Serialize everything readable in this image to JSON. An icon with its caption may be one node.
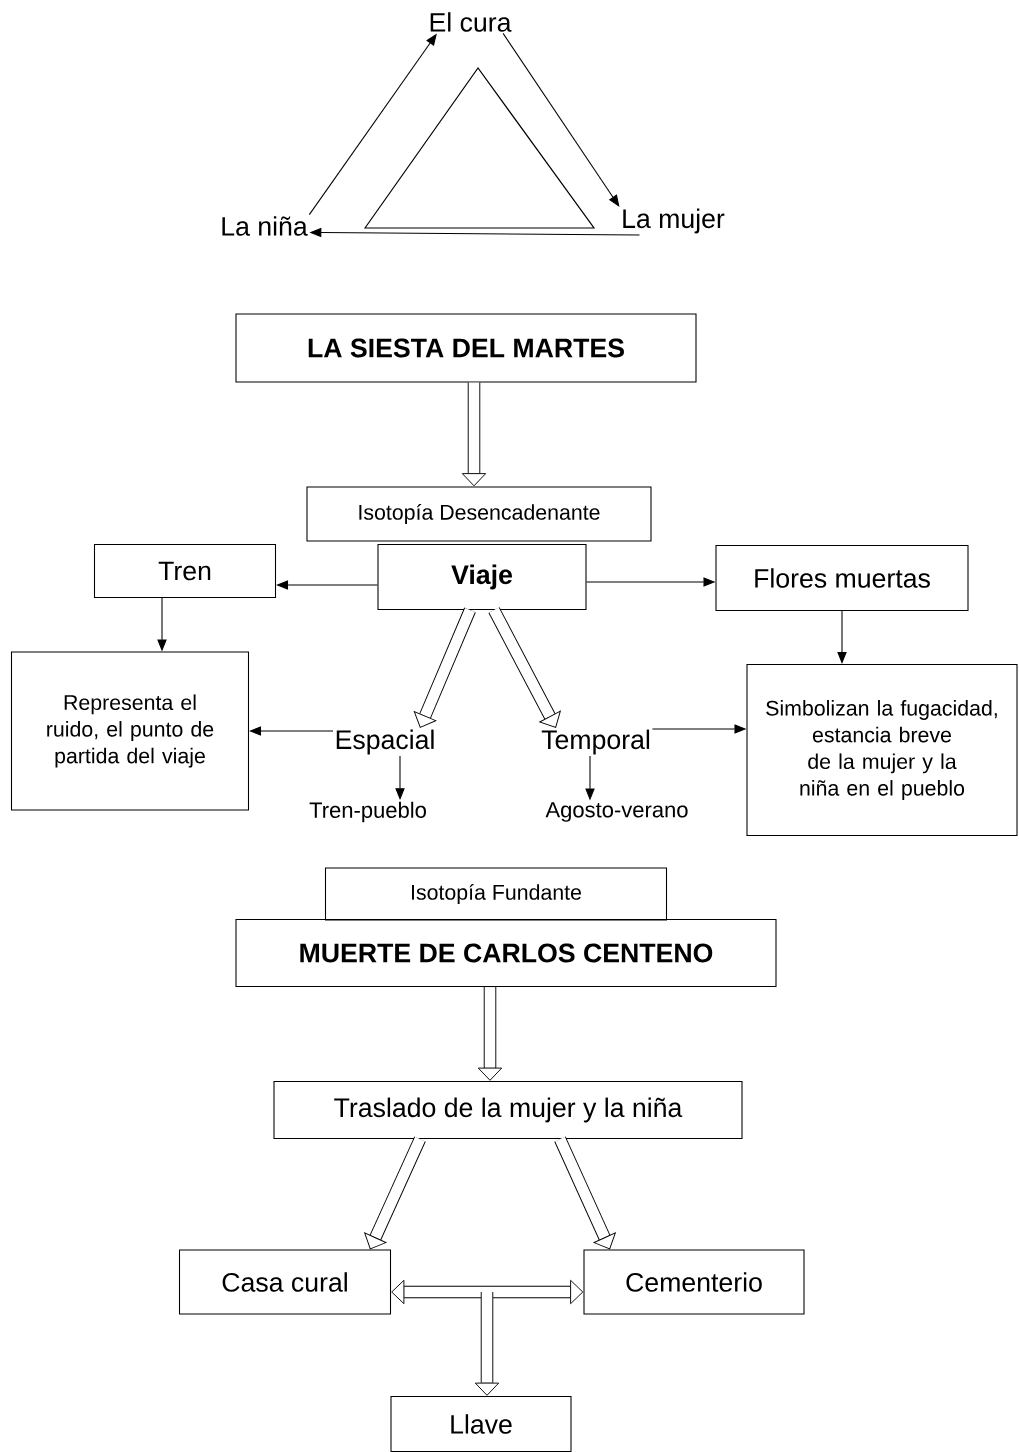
{
  "diagram": {
    "nodes": [
      {
        "text": [
          "El cura"
        ]
      },
      {
        "text": [
          "La niña"
        ]
      },
      {
        "text": [
          "La mujer"
        ]
      },
      {
        "text": [
          "LA SIESTA DEL MARTES"
        ]
      },
      {
        "text": [
          "Isotopía Desencadenante"
        ]
      },
      {
        "text": [
          "Viaje"
        ]
      },
      {
        "text": [
          "Tren"
        ]
      },
      {
        "text": [
          "Flores muertas"
        ]
      },
      {
        "text": [
          "Representa el ruido, el punto de partida del viaje"
        ]
      },
      {
        "text": [
          "Espacial"
        ]
      },
      {
        "text": [
          "Temporal"
        ]
      },
      {
        "text": [
          "Tren-pueblo"
        ]
      },
      {
        "text": [
          "Agosto-verano"
        ]
      },
      {
        "text": [
          "Simbolizan la fugacidad, estancia breve de la mujer y la niña en el pueblo"
        ]
      },
      {
        "text": [
          "Isotopía Fundante"
        ]
      },
      {
        "text": [
          "MUERTE DE CARLOS CENTENO"
        ]
      },
      {
        "text": [
          "Traslado de la mujer y la niña"
        ]
      },
      {
        "text": [
          "Casa cural"
        ]
      },
      {
        "text": [
          "Cementerio"
        ]
      },
      {
        "text": [
          "Llave"
        ]
      }
    ],
    "edges": [
      {
        "from": 1,
        "to": 0,
        "arrow": "to"
      },
      {
        "from": 0,
        "to": 2,
        "arrow": "to"
      },
      {
        "from": 2,
        "to": 1,
        "arrow": "to"
      },
      {
        "from": 3,
        "to": 4,
        "arrow": "to",
        "style": "thick"
      },
      {
        "from": 5,
        "to": 6,
        "arrow": "to"
      },
      {
        "from": 5,
        "to": 7,
        "arrow": "to"
      },
      {
        "from": 5,
        "to": 9,
        "arrow": "to",
        "style": "thick"
      },
      {
        "from": 5,
        "to": 10,
        "arrow": "to",
        "style": "thick"
      },
      {
        "from": 6,
        "to": 8,
        "arrow": "to"
      },
      {
        "from": 7,
        "to": 13,
        "arrow": "to"
      },
      {
        "from": 9,
        "to": 8,
        "arrow": "to"
      },
      {
        "from": 10,
        "to": 13,
        "arrow": "to"
      },
      {
        "from": 9,
        "to": 11,
        "arrow": "to"
      },
      {
        "from": 10,
        "to": 12,
        "arrow": "to"
      },
      {
        "from": 15,
        "to": 16,
        "arrow": "to",
        "style": "thick"
      },
      {
        "from": 16,
        "to": 17,
        "arrow": "to",
        "style": "thick"
      },
      {
        "from": 16,
        "to": 18,
        "arrow": "to",
        "style": "thick"
      },
      {
        "from": 17,
        "to": 18,
        "arrow": "both",
        "style": "thick"
      },
      {
        "from": null,
        "to": 19,
        "arrow": "to",
        "style": "thick"
      }
    ]
  }
}
